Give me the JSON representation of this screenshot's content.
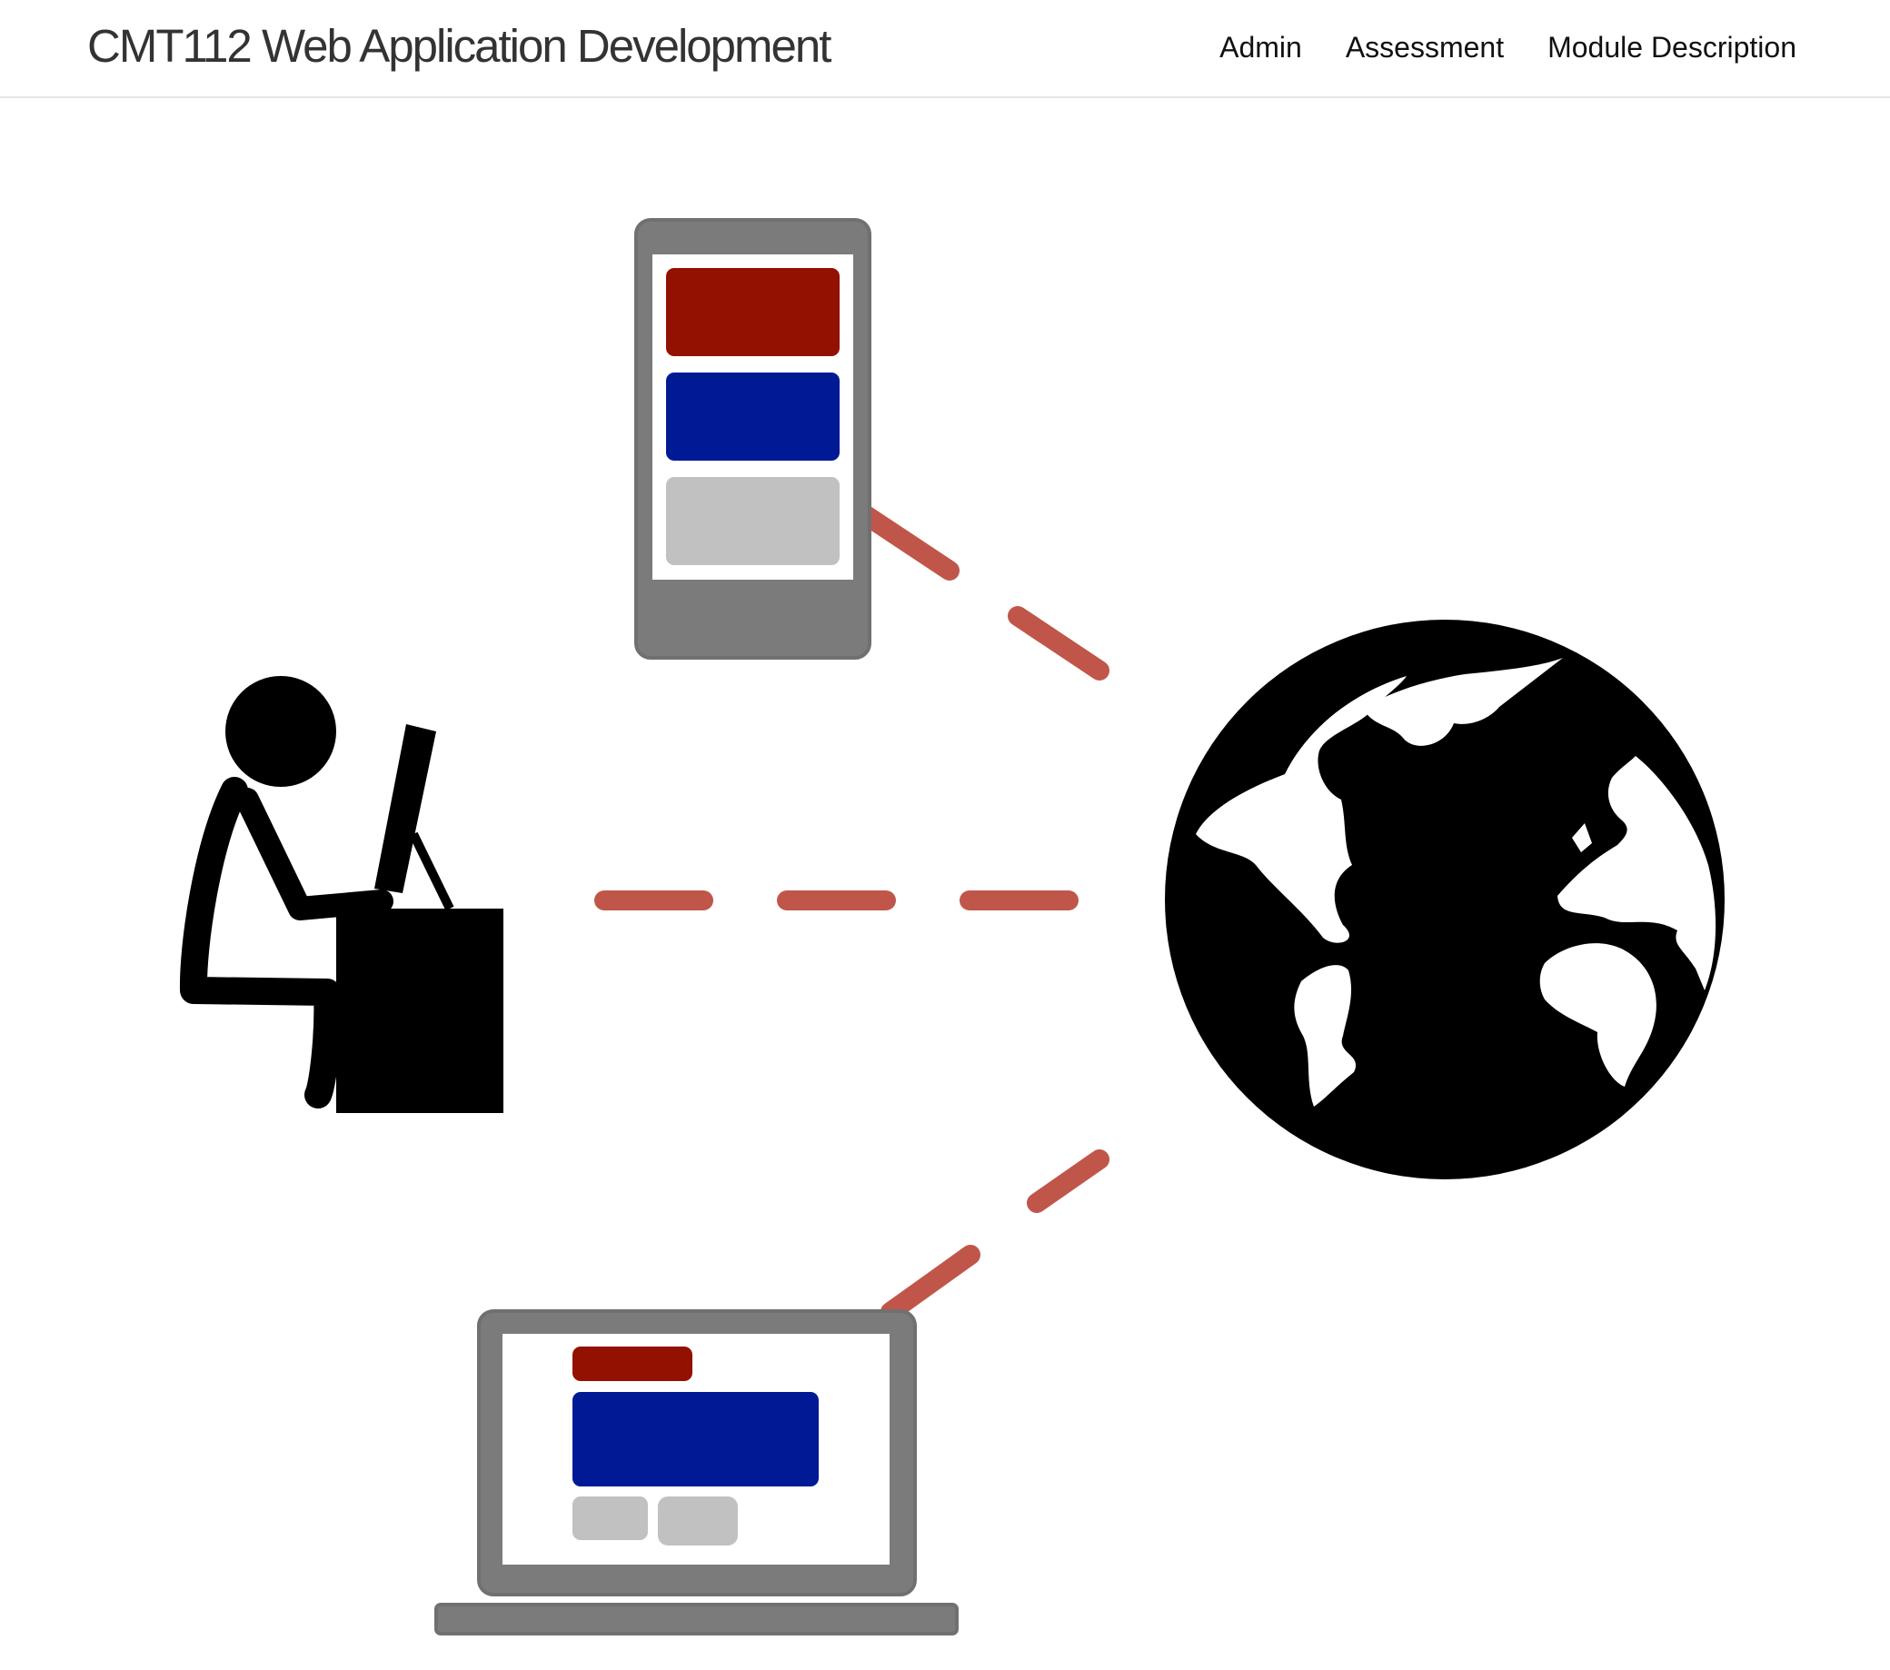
{
  "header": {
    "title": "CMT112 Web Application Development",
    "nav": [
      {
        "label": "Admin"
      },
      {
        "label": "Assessment"
      },
      {
        "label": "Module Description"
      }
    ]
  },
  "illustration": {
    "icons": [
      "person-at-desk-icon",
      "smartphone-icon",
      "globe-icon",
      "laptop-icon"
    ],
    "colors": {
      "connector": "#c0564a",
      "device_frame": "#7b7b7b",
      "block_red": "#931100",
      "block_blue": "#001a96",
      "block_grey": "#c1c1c1",
      "ink": "#000000"
    }
  }
}
